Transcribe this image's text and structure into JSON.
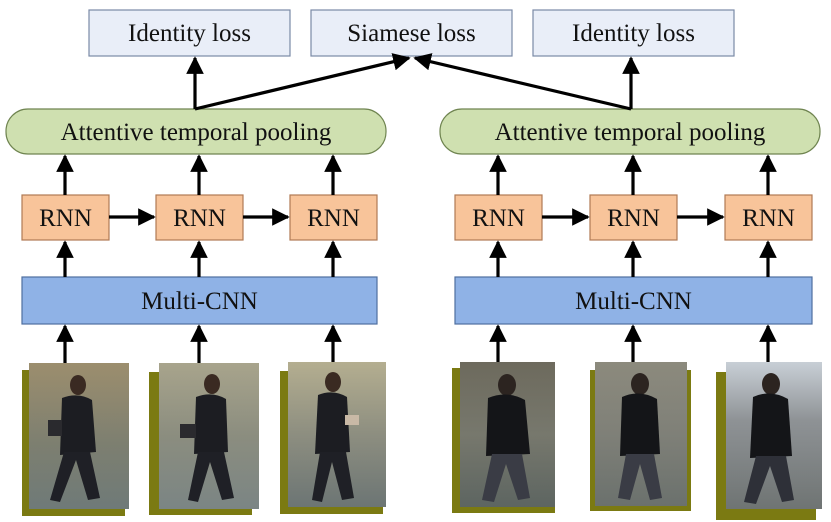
{
  "losses": {
    "identity_left": "Identity loss",
    "siamese": "Siamese loss",
    "identity_right": "Identity loss"
  },
  "left_branch": {
    "pooling_label": "Attentive temporal pooling",
    "rnn_labels": [
      "RNN",
      "RNN",
      "RNN"
    ],
    "cnn_label": "Multi-CNN",
    "frames": [
      "person-frame",
      "person-frame",
      "person-frame"
    ]
  },
  "right_branch": {
    "pooling_label": "Attentive temporal pooling",
    "rnn_labels": [
      "RNN",
      "RNN",
      "RNN"
    ],
    "cnn_label": "Multi-CNN",
    "frames": [
      "person-frame",
      "person-frame",
      "person-frame"
    ]
  },
  "colors": {
    "loss_fill": "#e9eef8",
    "loss_stroke": "#7a8aa6",
    "pool_fill": "#cfe0b0",
    "pool_stroke": "#6f8450",
    "rnn_fill": "#f8c49a",
    "rnn_stroke": "#b07a55",
    "cnn_fill": "#8fb2e6",
    "cnn_stroke": "#4f6f9f",
    "frame_shadow": "#7b7a12",
    "arrow": "#000000"
  }
}
